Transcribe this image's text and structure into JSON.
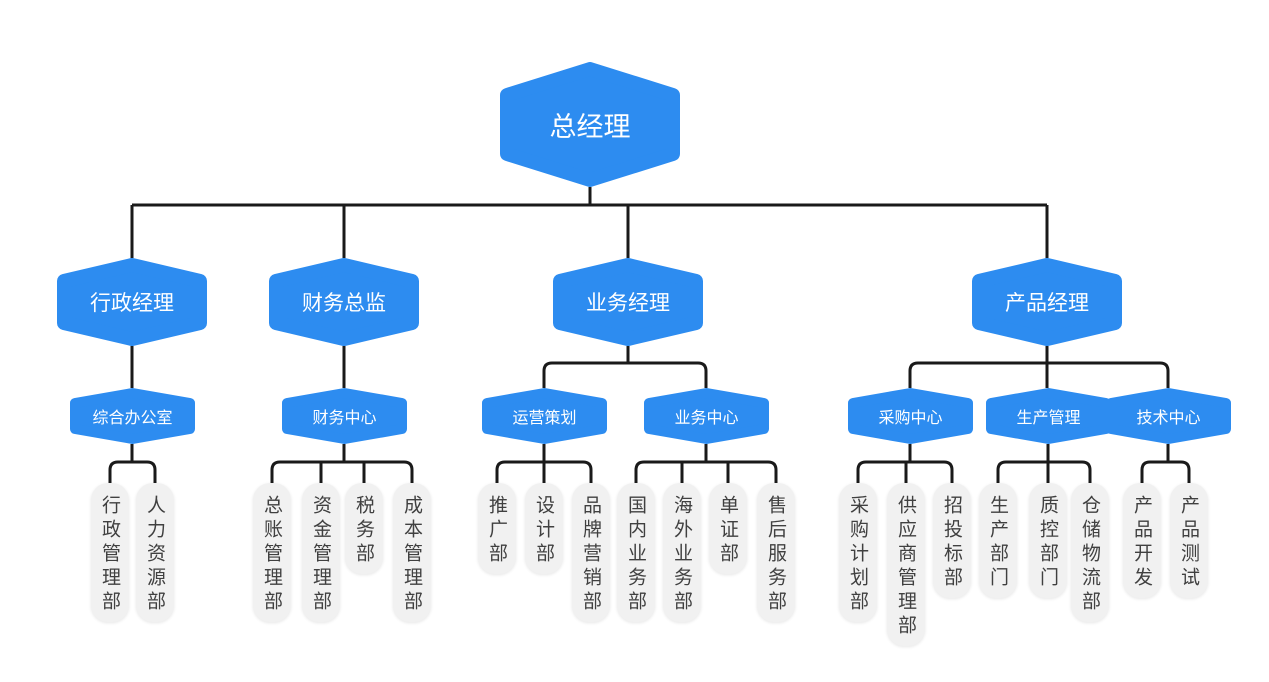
{
  "diagram_type": "org-chart",
  "colors": {
    "node_blue": "#2D8CF0",
    "connector": "#1A1A1A",
    "leaf_bg": "#F1F1F1",
    "leaf_text": "#404040"
  },
  "tree": {
    "root": {
      "label": "总经理"
    },
    "managers": [
      {
        "label": "行政经理",
        "centers": [
          {
            "label": "综合办公室",
            "departments": [
              "行政管理部",
              "人力资源部"
            ]
          }
        ]
      },
      {
        "label": "财务总监",
        "centers": [
          {
            "label": "财务中心",
            "departments": [
              "总账管理部",
              "资金管理部",
              "税务部",
              "成本管理部"
            ]
          }
        ]
      },
      {
        "label": "业务经理",
        "centers": [
          {
            "label": "运营策划",
            "departments": [
              "推广部",
              "设计部",
              "品牌营销部"
            ]
          },
          {
            "label": "业务中心",
            "departments": [
              "国内业务部",
              "海外业务部",
              "单证部",
              "售后服务部"
            ]
          }
        ]
      },
      {
        "label": "产品经理",
        "centers": [
          {
            "label": "采购中心",
            "departments": [
              "采购计划部",
              "供应商管理部",
              "招投标部"
            ]
          },
          {
            "label": "生产管理",
            "departments": [
              "生产部门",
              "质控部门",
              "仓储物流部"
            ]
          },
          {
            "label": "技术中心",
            "departments": [
              "产品开发",
              "产品测试"
            ]
          }
        ]
      }
    ]
  }
}
